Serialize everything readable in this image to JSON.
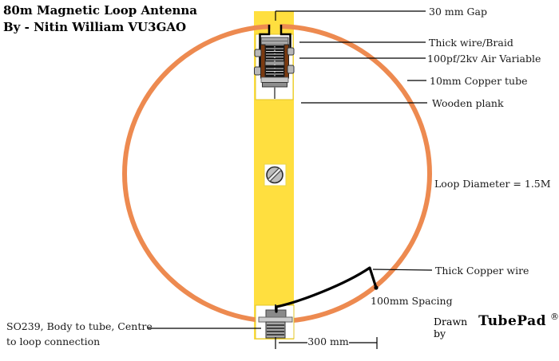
{
  "title": {
    "line1": "80m Magnetic Loop Antenna",
    "line2": "By - Nitin William VU3GAO"
  },
  "labels": {
    "gap": "30 mm Gap",
    "braid": "Thick wire/Braid",
    "capacitor": "100pf/2kv Air Variable",
    "tube": "10mm Copper tube",
    "plank": "Wooden plank",
    "diameter": "Loop Diameter = 1.5M",
    "copper_wire": "Thick Copper wire",
    "spacing": "100mm Spacing",
    "so239_line1": "SO239, Body to tube, Centre",
    "so239_line2": "to loop connection",
    "dimension": "300 mm"
  },
  "credit": {
    "prefix": "Drawn by",
    "brand": "TubePad",
    "registered": "®"
  },
  "colors": {
    "loop": "#ED8A50",
    "plank": "#FFDF3F",
    "wire": "#000000"
  }
}
